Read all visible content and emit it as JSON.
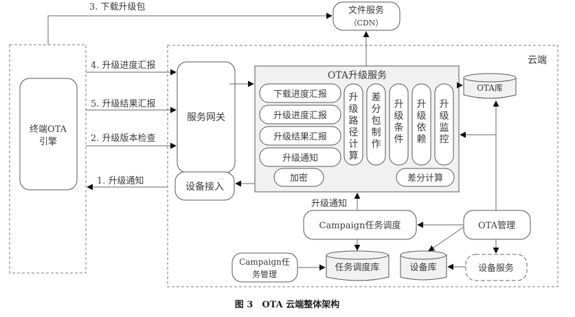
{
  "caption": "图 3　OTA 云端整体架构",
  "region_cloud_label": "云端",
  "terminal": {
    "engine_line1": "终端OTA",
    "engine_line2": "引擎"
  },
  "file_service": {
    "line1": "文件服务",
    "line2": "（CDN）"
  },
  "gateway": "服务网关",
  "device_access": "设备接入",
  "ota_upgrade_service": {
    "title": "OTA升级服务",
    "left_items": [
      "下载进度汇报",
      "升级进度汇报",
      "升级结果汇报",
      "升级通知"
    ],
    "encrypt": "加密",
    "vertical_items": [
      "升级路径计算",
      "差分包制作",
      "升级条件",
      "升级依赖",
      "升级监控"
    ],
    "diff_calc": "差分计算"
  },
  "ota_db": "OTA库",
  "campaign_scheduler": "Campaign任务调度",
  "campaign_manager": {
    "line1": "Campaign任",
    "line2": "务管理"
  },
  "task_db": "任务调度库",
  "device_db": "设备库",
  "device_service": "设备服务",
  "ota_mgmt": "OTA管理",
  "flows": {
    "download_package": "3. 下载升级包",
    "progress_report": "4. 升级进度汇报",
    "result_report": "5. 升级结果汇报",
    "version_check": "2. 升级版本检查",
    "upgrade_notify": "1. 升级通知",
    "internal_notify": "升级通知"
  }
}
